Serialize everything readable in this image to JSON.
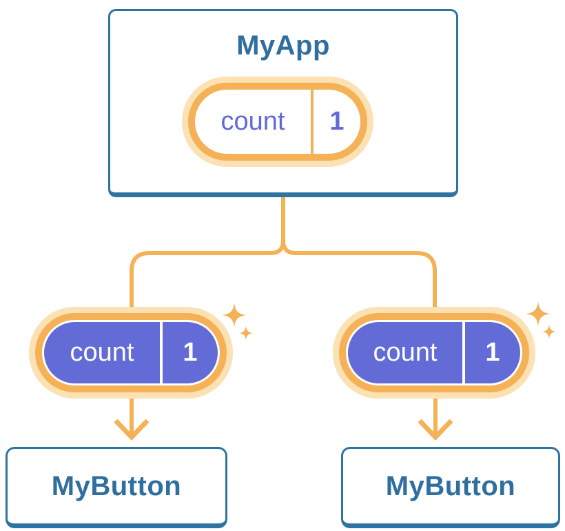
{
  "colors": {
    "blue-border": "#2E74A2",
    "blue-text": "#2F6F9F",
    "orange": "#F4B156",
    "orange-halo": "#FBE1B3",
    "purple": "#626BD6",
    "purple-text": "#6269D8"
  },
  "tree": {
    "root": {
      "title": "MyApp",
      "state_pill": {
        "label": "count",
        "value": "1"
      }
    },
    "children": [
      {
        "title": "MyButton",
        "prop_pill": {
          "label": "count",
          "value": "1"
        }
      },
      {
        "title": "MyButton",
        "prop_pill": {
          "label": "count",
          "value": "1"
        }
      }
    ]
  }
}
